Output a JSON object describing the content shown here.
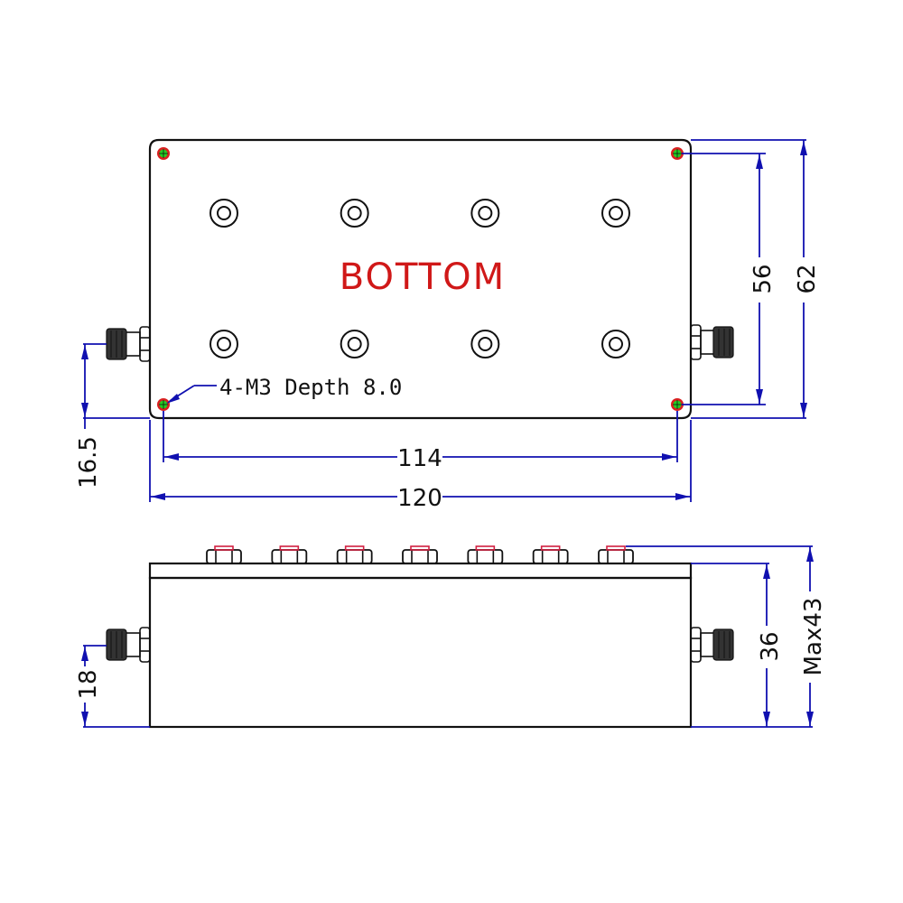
{
  "drawing": {
    "view_label": "BOTTOM",
    "hole_note": "4-M3 Depth 8.0",
    "colors": {
      "outline": "#111111",
      "dimension": "#1010b0",
      "label": "#d01818",
      "mount_hole_fill": "#22d022",
      "mount_hole_ring": "#d82020"
    },
    "top_view": {
      "tuning_screw_count": 8,
      "mount_hole_count": 4,
      "connector_count": 2,
      "dimensions": {
        "overall_length": "120",
        "hole_spacing_length": "114",
        "overall_width": "62",
        "hole_spacing_width": "56",
        "connector_offset": "16.5"
      }
    },
    "side_view": {
      "tuning_nut_count": 7,
      "connector_count": 2,
      "dimensions": {
        "body_height": "36",
        "max_height": "Max43",
        "connector_height": "18"
      }
    }
  }
}
